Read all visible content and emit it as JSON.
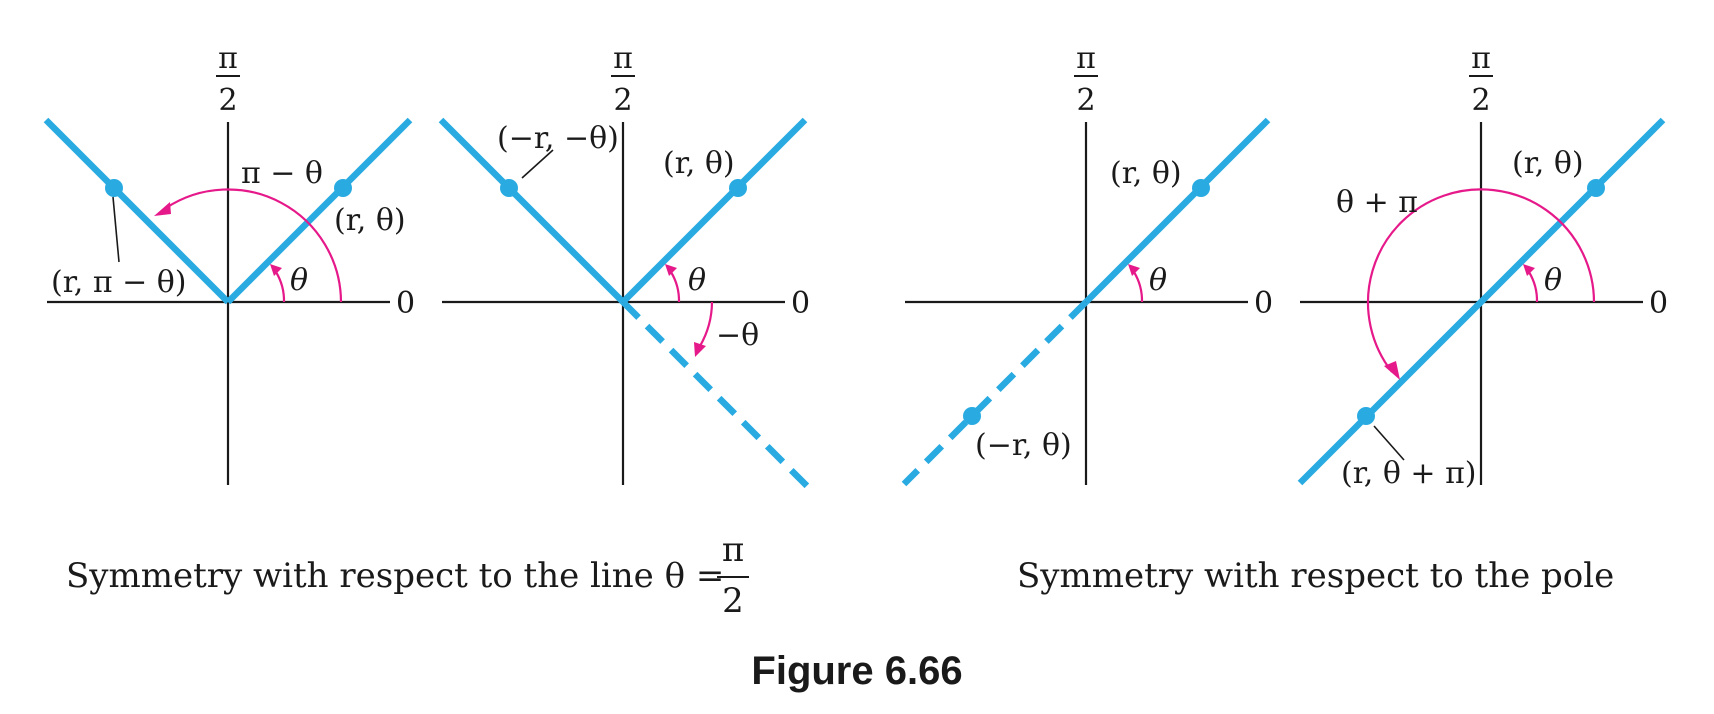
{
  "panels": [
    {
      "axis_top_num": "π",
      "axis_top_den": "2",
      "axis_right": "0",
      "angle_theta": "θ",
      "label_arc": "π − θ",
      "point_a": "(r,  θ)",
      "point_b": "(r,  π − θ)"
    },
    {
      "axis_top_num": "π",
      "axis_top_den": "2",
      "axis_right": "0",
      "angle_theta": "θ",
      "angle_neg": "−θ",
      "point_a": "(r,  θ)",
      "point_b": "(−r, −θ)"
    },
    {
      "axis_top_num": "π",
      "axis_top_den": "2",
      "axis_right": "0",
      "angle_theta": "θ",
      "point_a": "(r,  θ)",
      "point_b": "(−r,  θ)"
    },
    {
      "axis_top_num": "π",
      "axis_top_den": "2",
      "axis_right": "0",
      "angle_theta": "θ",
      "label_arc": "θ + π",
      "point_a": "(r,  θ)",
      "point_b": "(r,  θ + π)"
    }
  ],
  "captions": {
    "left_text": "Symmetry with respect to the line θ =",
    "left_frac_num": "π",
    "left_frac_den": "2",
    "right_text": "Symmetry with respect to the pole"
  },
  "figure_title": "Figure 6.66",
  "colors": {
    "curve": "#29abe2",
    "arc": "#e6198a",
    "axis": "#1a1a1a"
  }
}
